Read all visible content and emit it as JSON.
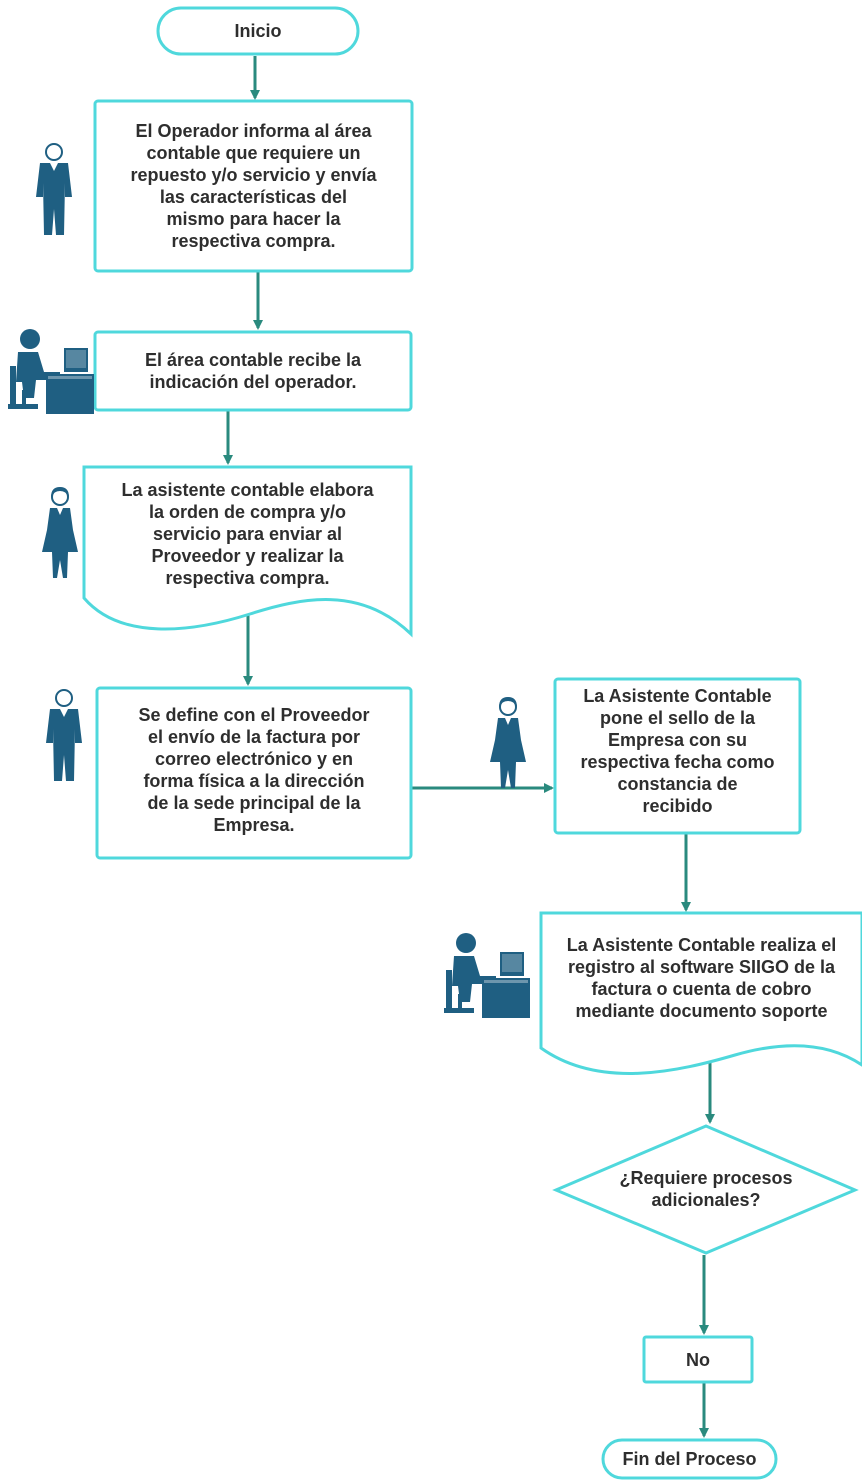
{
  "colors": {
    "node_border": "#4fd8dc",
    "connector": "#2a8a7e",
    "icon": "#1f5f82",
    "text": "#2e2e2e"
  },
  "nodes": {
    "start": "Inicio",
    "step1": "El Operador informa al área\ncontable que requiere un\nrepuesto y/o servicio y envía\nlas características del\nmismo para hacer la\nrespectiva compra.",
    "step2": "El área contable recibe la\nindicación del operador.",
    "step3": "La asistente contable elabora\nla orden de compra y/o\nservicio para enviar al\nProveedor y realizar la\nrespectiva compra.",
    "step4": "Se define con el Proveedor\nel envío de la factura por\ncorreo electrónico y en\nforma física a la dirección\nde la sede principal de la\nEmpresa.",
    "step5": "La Asistente Contable\npone el sello de la\nEmpresa con su\nrespectiva fecha como\nconstancia de\nrecibido",
    "step6": "La Asistente Contable realiza el\nregistro al software SIIGO de la\nfactura o cuenta de cobro\nmediante documento soporte",
    "decision": "¿Requiere procesos\nadicionales?",
    "answer_no": "No",
    "end": "Fin del Proceso"
  },
  "icons": [
    {
      "name": "male-operator-icon",
      "type": "male-person"
    },
    {
      "name": "desk-worker-icon",
      "type": "person-at-computer"
    },
    {
      "name": "female-assistant-icon",
      "type": "female-person"
    },
    {
      "name": "male-operator-icon",
      "type": "male-person"
    },
    {
      "name": "female-assistant-icon",
      "type": "female-person"
    },
    {
      "name": "desk-worker-icon",
      "type": "person-at-computer"
    }
  ]
}
